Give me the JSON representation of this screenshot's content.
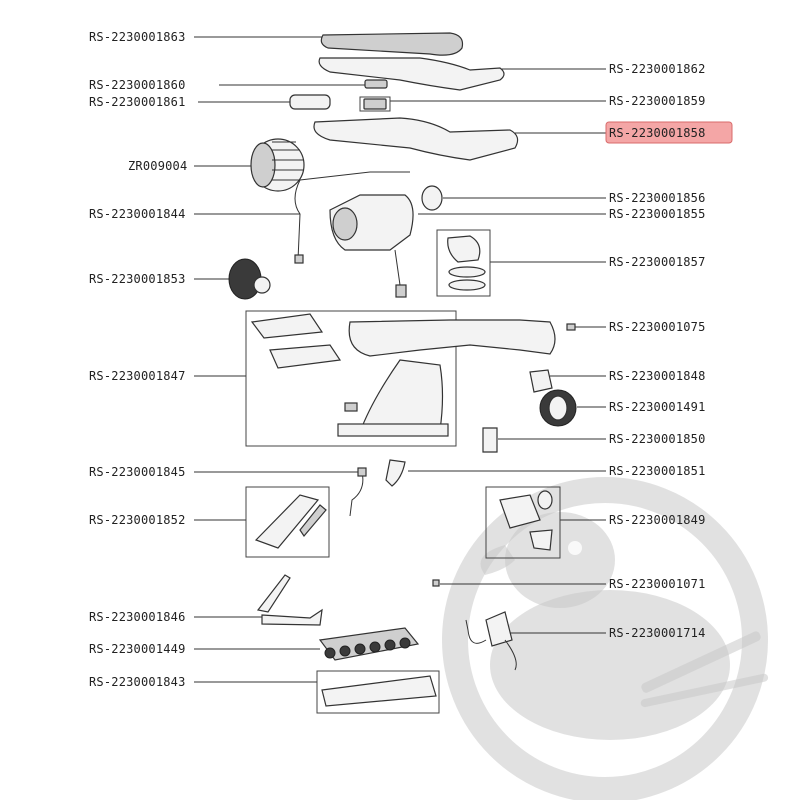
{
  "diagram": {
    "highlight_color": "#f4a6a6",
    "labels_left": [
      {
        "id": "RS-2230001863"
      },
      {
        "id": "RS-2230001860"
      },
      {
        "id": "RS-2230001861"
      },
      {
        "id": "ZR009004"
      },
      {
        "id": "RS-2230001844"
      },
      {
        "id": "RS-2230001853"
      },
      {
        "id": "RS-2230001847"
      },
      {
        "id": "RS-2230001845"
      },
      {
        "id": "RS-2230001852"
      },
      {
        "id": "RS-2230001846"
      },
      {
        "id": "RS-2230001449"
      },
      {
        "id": "RS-2230001843"
      }
    ],
    "labels_right": [
      {
        "id": "RS-2230001862"
      },
      {
        "id": "RS-2230001859"
      },
      {
        "id": "RS-2230001858",
        "highlighted": true
      },
      {
        "id": "RS-2230001856"
      },
      {
        "id": "RS-2230001855"
      },
      {
        "id": "RS-2230001857"
      },
      {
        "id": "RS-2230001075"
      },
      {
        "id": "RS-2230001848"
      },
      {
        "id": "RS-2230001491"
      },
      {
        "id": "RS-2230001850"
      },
      {
        "id": "RS-2230001851"
      },
      {
        "id": "RS-2230001849"
      },
      {
        "id": "RS-2230001071"
      },
      {
        "id": "RS-2230001714"
      }
    ]
  }
}
